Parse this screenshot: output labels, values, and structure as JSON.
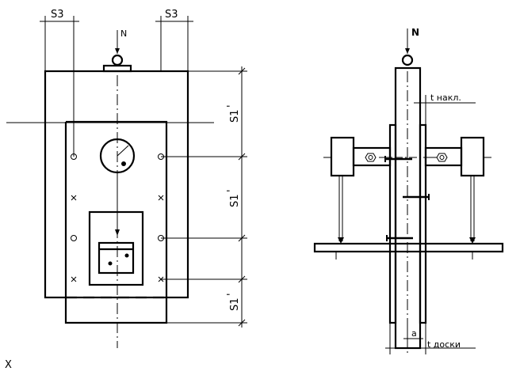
{
  "labels": {
    "s3_left": "S3",
    "s3_right": "S3",
    "force_left": "N",
    "force_right": "N",
    "s1_top": "S1",
    "s1_mid": "S1",
    "s1_bottom": "S1",
    "prime": "'",
    "t_nakl": "t  накл.",
    "a": "a",
    "t_doski": "t  доски",
    "view_x": "X"
  }
}
